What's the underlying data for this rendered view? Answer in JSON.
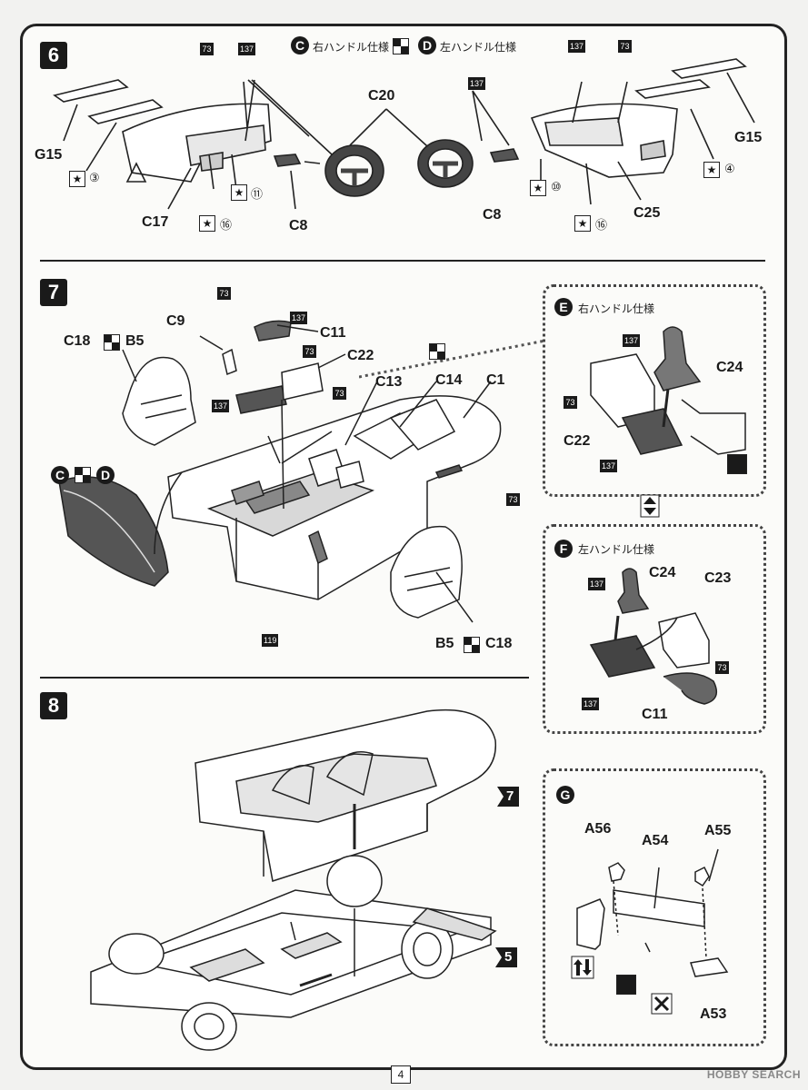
{
  "page": {
    "number": "4",
    "watermark": "HOBBY SEARCH"
  },
  "step6": {
    "number": "6",
    "legend_c_letter": "C",
    "legend_c_text": "右ハンドル仕様",
    "legend_d_letter": "D",
    "legend_d_text": "左ハンドル仕様",
    "labels": [
      "G15",
      "C17",
      "C8",
      "C20",
      "C8",
      "C25",
      "G15"
    ],
    "color_tags": [
      "73",
      "137",
      "137",
      "137",
      "73"
    ],
    "star_nums": [
      "③",
      "⑪",
      "⑯",
      "⑩",
      "⑯",
      "④"
    ]
  },
  "step7": {
    "number": "7",
    "labels": [
      "C9",
      "C11",
      "C22",
      "C13",
      "C14",
      "C1",
      "C18",
      "B5",
      "B5",
      "C18",
      "C",
      "D"
    ],
    "color_tags": [
      "73",
      "137",
      "73",
      "137",
      "73",
      "73",
      "119"
    ]
  },
  "boxE": {
    "letter": "E",
    "title": "右ハンドル仕様",
    "labels": [
      "C24",
      "C22"
    ],
    "color_tags": [
      "137",
      "73",
      "137"
    ]
  },
  "boxF": {
    "letter": "F",
    "title": "左ハンドル仕様",
    "labels": [
      "C24",
      "C23",
      "C11"
    ],
    "color_tags": [
      "137",
      "73",
      "137"
    ]
  },
  "step8": {
    "number": "8",
    "ref_7": "7",
    "ref_5": "5"
  },
  "boxG": {
    "letter": "G",
    "labels": [
      "A56",
      "A54",
      "A55",
      "A53"
    ]
  }
}
